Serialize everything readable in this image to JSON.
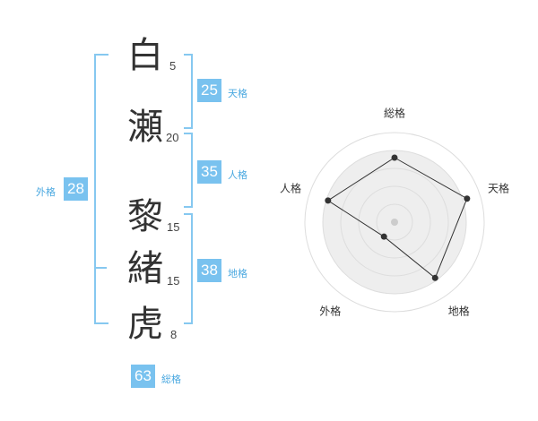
{
  "name": {
    "chars": [
      {
        "char": "白",
        "strokes": "5"
      },
      {
        "char": "瀬",
        "strokes": "20"
      },
      {
        "char": "黎",
        "strokes": "15"
      },
      {
        "char": "緒",
        "strokes": "15"
      },
      {
        "char": "虎",
        "strokes": "8"
      }
    ]
  },
  "fortune": {
    "tenkaku": {
      "value": "25",
      "label": "天格"
    },
    "jinkaku": {
      "value": "35",
      "label": "人格"
    },
    "chikaku": {
      "value": "38",
      "label": "地格"
    },
    "gaikaku": {
      "value": "28",
      "label": "外格"
    },
    "soukaku": {
      "value": "63",
      "label": "総格"
    }
  },
  "radar": {
    "axes": [
      "総格",
      "天格",
      "地格",
      "外格",
      "人格"
    ],
    "values": [
      0.72,
      0.85,
      0.77,
      0.2,
      0.78
    ],
    "colors": {
      "fill": "#eeeeee",
      "stroke": "#333333",
      "ring": "#dddddd",
      "point": "#333333"
    }
  }
}
